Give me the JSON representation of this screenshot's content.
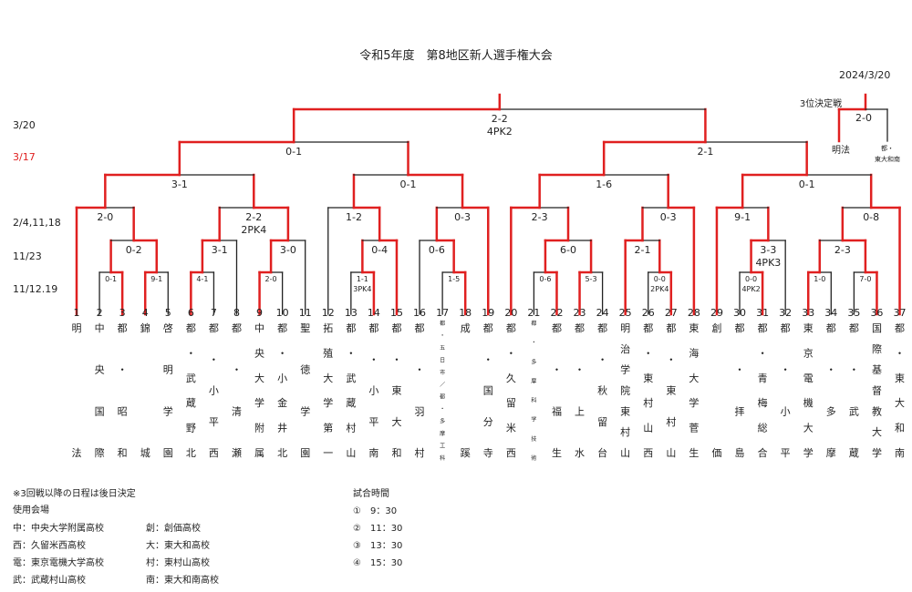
{
  "title": "令和5年度　第8地区新人選手権大会",
  "date": "2024/3/20",
  "rounds": [
    {
      "label": "3/20",
      "color": "#222222"
    },
    {
      "label": "3/17",
      "color": "#e02020"
    },
    {
      "label": "2/4,11,18",
      "color": "#222222"
    },
    {
      "label": "11/23",
      "color": "#222222"
    },
    {
      "label": "11/12.19",
      "color": "#222222"
    }
  ],
  "teams": [
    {
      "no": "1",
      "name": "明法"
    },
    {
      "no": "2",
      "name": "中央国際"
    },
    {
      "no": "3",
      "name": "都・昭和"
    },
    {
      "no": "4",
      "name": "錦城"
    },
    {
      "no": "5",
      "name": "啓明学園"
    },
    {
      "no": "6",
      "name": "都・武蔵野北"
    },
    {
      "no": "7",
      "name": "都・小平西"
    },
    {
      "no": "8",
      "name": "都・清瀬"
    },
    {
      "no": "9",
      "name": "中央大学附属"
    },
    {
      "no": "10",
      "name": "都・小金井北"
    },
    {
      "no": "11",
      "name": "聖徳学園"
    },
    {
      "no": "12",
      "name": "拓殖大学第一"
    },
    {
      "no": "13",
      "name": "都・武蔵村山"
    },
    {
      "no": "14",
      "name": "都・小平南"
    },
    {
      "no": "15",
      "name": "都・東大和"
    },
    {
      "no": "16",
      "name": "都・羽村"
    },
    {
      "no": "17",
      "name": "都・五日市／都・多摩工科"
    },
    {
      "no": "18",
      "name": "成蹊"
    },
    {
      "no": "19",
      "name": "都・国分寺"
    },
    {
      "no": "20",
      "name": "都・久留米西"
    },
    {
      "no": "21",
      "name": "都・多摩科学技術"
    },
    {
      "no": "22",
      "name": "都・福生"
    },
    {
      "no": "23",
      "name": "都・上水"
    },
    {
      "no": "24",
      "name": "都・秋留台"
    },
    {
      "no": "25",
      "name": "明治学院東村山"
    },
    {
      "no": "26",
      "name": "都・東村山西"
    },
    {
      "no": "27",
      "name": "都・東村山"
    },
    {
      "no": "28",
      "name": "東海大学菅生"
    },
    {
      "no": "29",
      "name": "創価"
    },
    {
      "no": "30",
      "name": "都・拝島"
    },
    {
      "no": "31",
      "name": "都・青梅総合"
    },
    {
      "no": "32",
      "name": "都・小平"
    },
    {
      "no": "33",
      "name": "東京電機大学"
    },
    {
      "no": "34",
      "name": "都・多摩"
    },
    {
      "no": "35",
      "name": "都・武蔵"
    },
    {
      "no": "36",
      "name": "国際基督教大学"
    },
    {
      "no": "37",
      "name": "都・東大和南"
    }
  ],
  "scores": {
    "final": "2-2",
    "final_pk": "4PK2",
    "sf_left": "0-1",
    "sf_right": "2-1",
    "qf1": "3-1",
    "qf2": "0-1",
    "qf3": "1-6",
    "qf4": "0-1",
    "r16_1": "2-0",
    "r16_2": "2-2",
    "r16_2_pk": "2PK4",
    "r16_3": "1-2",
    "r16_4": "0-3",
    "r16_5": "2-3",
    "r16_6": "0-3",
    "r16_7": "9-1",
    "r16_8": "0-8",
    "r32_3_4": "0-2",
    "r32_7_8": "3-1",
    "r32_10_11": "3-0",
    "r32_14_15": "0-4",
    "r32_16_17": "0-6",
    "r32_22_23": "6-0",
    "r32_26_27": "2-1",
    "r32_31_32": "3-3",
    "r32_31_32_pk": "4PK3",
    "r32_34_35": "2-3",
    "r1_2_3": "0-1",
    "r1_4_5": "9-1",
    "r1_6_7": "4-1",
    "r1_9_10": "2-0",
    "r1_13_14": "1-1",
    "r1_13_14_pk": "3PK4",
    "r1_17_18": "1-5",
    "r1_21_22": "0-6",
    "r1_23_24": "5-3",
    "r1_26_27": "0-0",
    "r1_26_27_pk": "2PK4",
    "r1_30_31": "0-0",
    "r1_30_31_pk": "4PK2",
    "r1_33_34": "1-0",
    "r1_35_36": "7-0"
  },
  "third_place": {
    "label": "3位決定戦",
    "score": "2-0",
    "left": "明法",
    "right_1": "都・",
    "right_2": "東大和南"
  },
  "notes": {
    "schedule": "※3回戦以降の日程は後日決定",
    "venue_title": "使用会場",
    "venues": [
      "中：中央大学附属高校",
      "創：創価高校",
      "西：久留米西高校",
      "大：東大和高校",
      "電：東京電機大学高校",
      "村：東村山高校",
      "武：武蔵村山高校",
      "南：東大和南高校"
    ],
    "times_title": "試合時間",
    "times": [
      "①　9：30",
      "②　11：30",
      "③　13：30",
      "④　15：30"
    ]
  },
  "colors": {
    "win": "#e02020",
    "line": "#222222"
  }
}
